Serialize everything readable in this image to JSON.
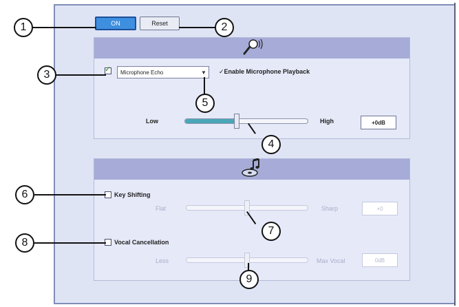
{
  "buttons": {
    "on_label": "ON",
    "reset_label": "Reset"
  },
  "microphone_section": {
    "icon": "microphone-icon",
    "effect_select": {
      "value": "Microphone Echo"
    },
    "effect_enabled": true,
    "playback_label": "Enable Microphone Playback",
    "playback_checked": true,
    "slider": {
      "min_label": "Low",
      "max_label": "High",
      "value_text": "+0dB",
      "level": 0.42
    }
  },
  "music_section": {
    "icon": "music-note-cd-icon",
    "key_shifting": {
      "label": "Key Shifting",
      "checked": false,
      "min_label": "Flat",
      "max_label": "Sharp",
      "value_text": "+0",
      "level": 0.5
    },
    "vocal_cancellation": {
      "label": "Vocal Cancellation",
      "checked": false,
      "min_label": "Less",
      "max_label": "Max Vocal",
      "value_text": "0dB",
      "level": 0.5
    }
  },
  "callouts": [
    "1",
    "2",
    "3",
    "4",
    "5",
    "6",
    "7",
    "8",
    "9"
  ],
  "colors": {
    "accent": "#3f8fe0",
    "panel_header": "#a6acd7",
    "panel_body": "#e6e9f8",
    "frame": "#dfe4f5"
  }
}
